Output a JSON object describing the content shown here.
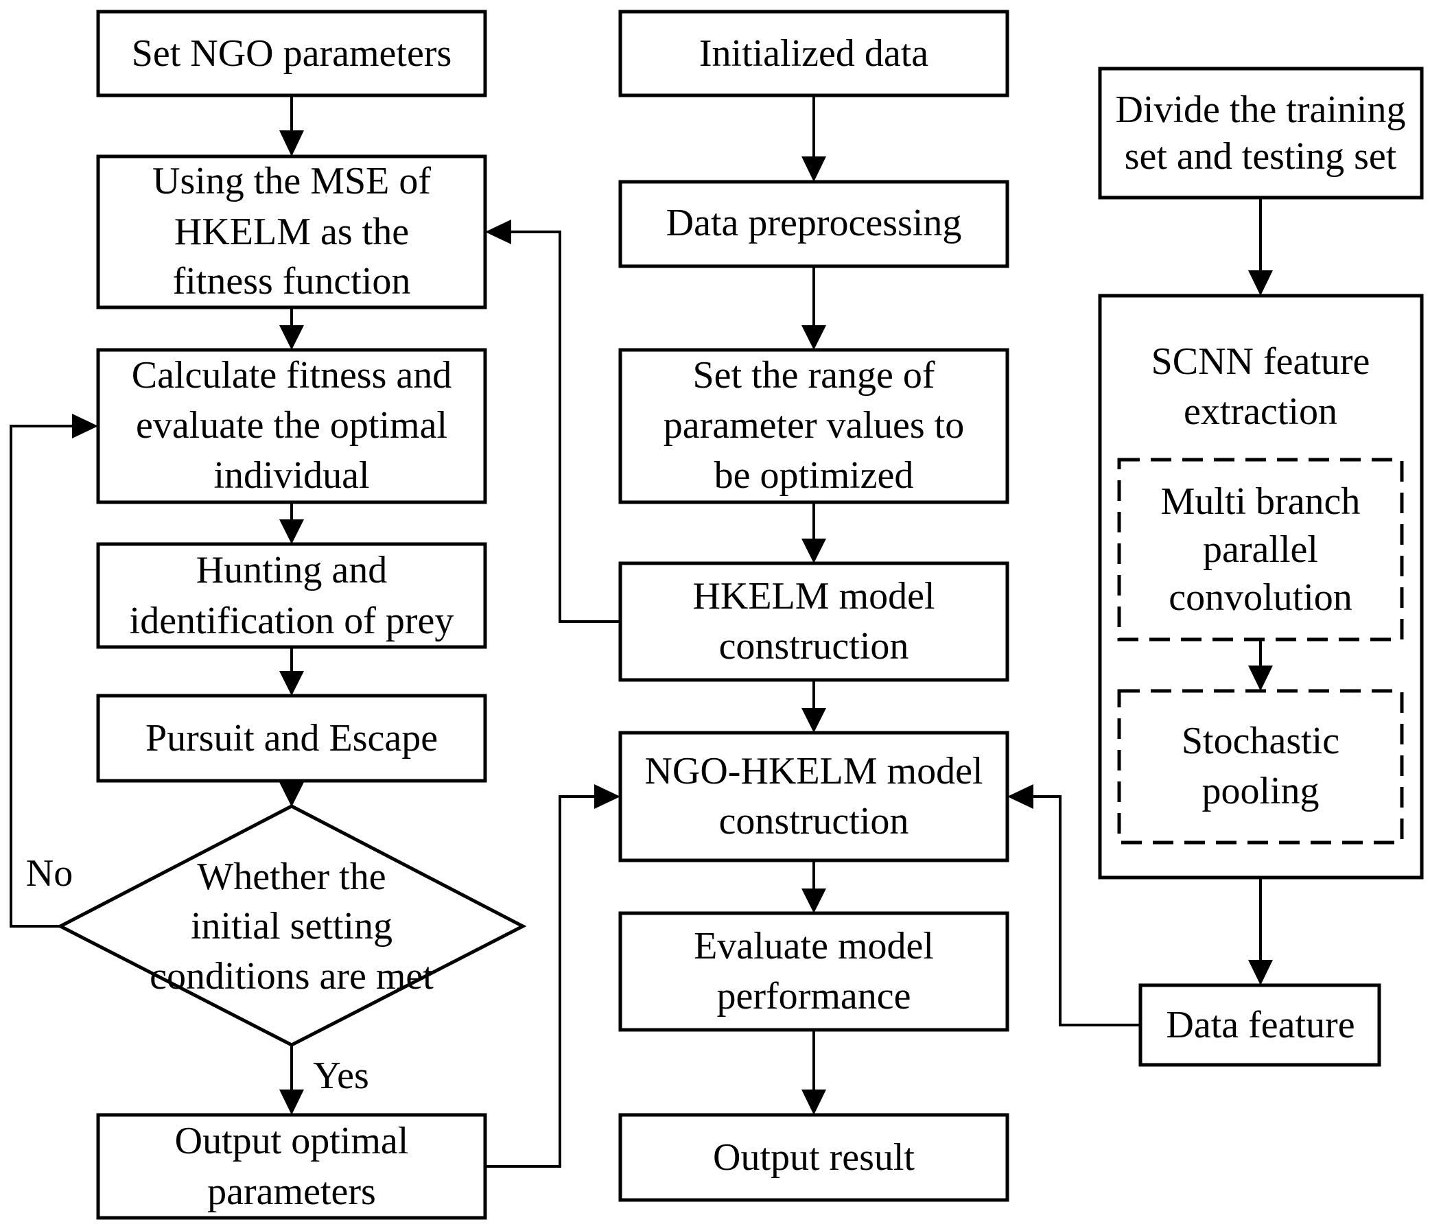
{
  "left": {
    "set_params": [
      "Set NGO parameters"
    ],
    "mse": [
      "Using the MSE of",
      "HKELM as the",
      "fitness function"
    ],
    "calc": [
      "Calculate fitness and",
      "evaluate the optimal",
      "individual"
    ],
    "hunting": [
      "Hunting and",
      "identification of prey"
    ],
    "pursuit": [
      "Pursuit and Escape"
    ],
    "decision": [
      "Whether the",
      "initial setting",
      "conditions are met"
    ],
    "output_opt": [
      "Output optimal",
      "parameters"
    ],
    "no_label": "No",
    "yes_label": "Yes"
  },
  "middle": {
    "init": [
      "Initialized data"
    ],
    "preprocess": [
      "Data preprocessing"
    ],
    "range": [
      "Set the range of",
      "parameter values to",
      "be optimized"
    ],
    "hkelm": [
      "HKELM model",
      "construction"
    ],
    "ngo_hkelm": [
      "NGO-HKELM model",
      "construction"
    ],
    "evaluate": [
      "Evaluate model",
      "performance"
    ],
    "output": [
      "Output result"
    ]
  },
  "right": {
    "divide": [
      "Divide the training",
      "set and testing set"
    ],
    "scnn": [
      "SCNN feature",
      "extraction"
    ],
    "multi": [
      "Multi branch",
      "parallel",
      "convolution"
    ],
    "pooling": [
      "Stochastic",
      "pooling"
    ],
    "feature": [
      "Data feature"
    ]
  }
}
